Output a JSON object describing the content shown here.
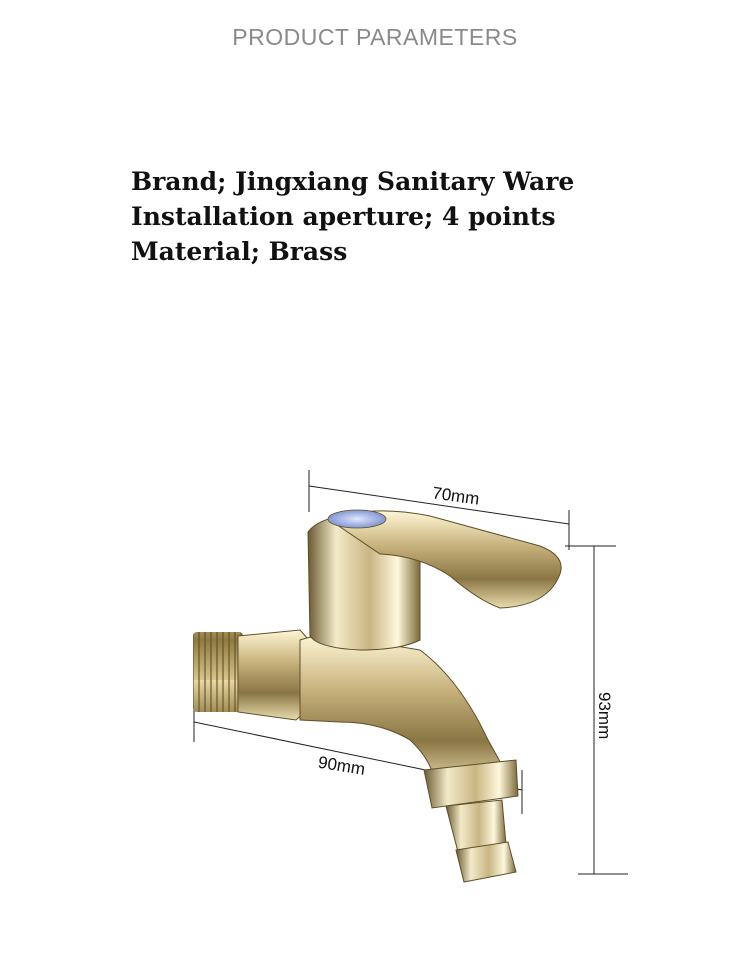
{
  "header": {
    "title": "PRODUCT PARAMETERS"
  },
  "specs": [
    {
      "text": "Brand; Jingxiang Sanitary Ware"
    },
    {
      "text": "Installation aperture; 4 points"
    },
    {
      "text": "Material; Brass"
    }
  ],
  "dimensions": {
    "top_width": "70mm",
    "length": "90mm",
    "height": "93mm"
  },
  "colors": {
    "metal_light": "#f3eac8",
    "metal_mid": "#c8b583",
    "metal_dark": "#6a5a32",
    "badge": "#6f86c8"
  }
}
